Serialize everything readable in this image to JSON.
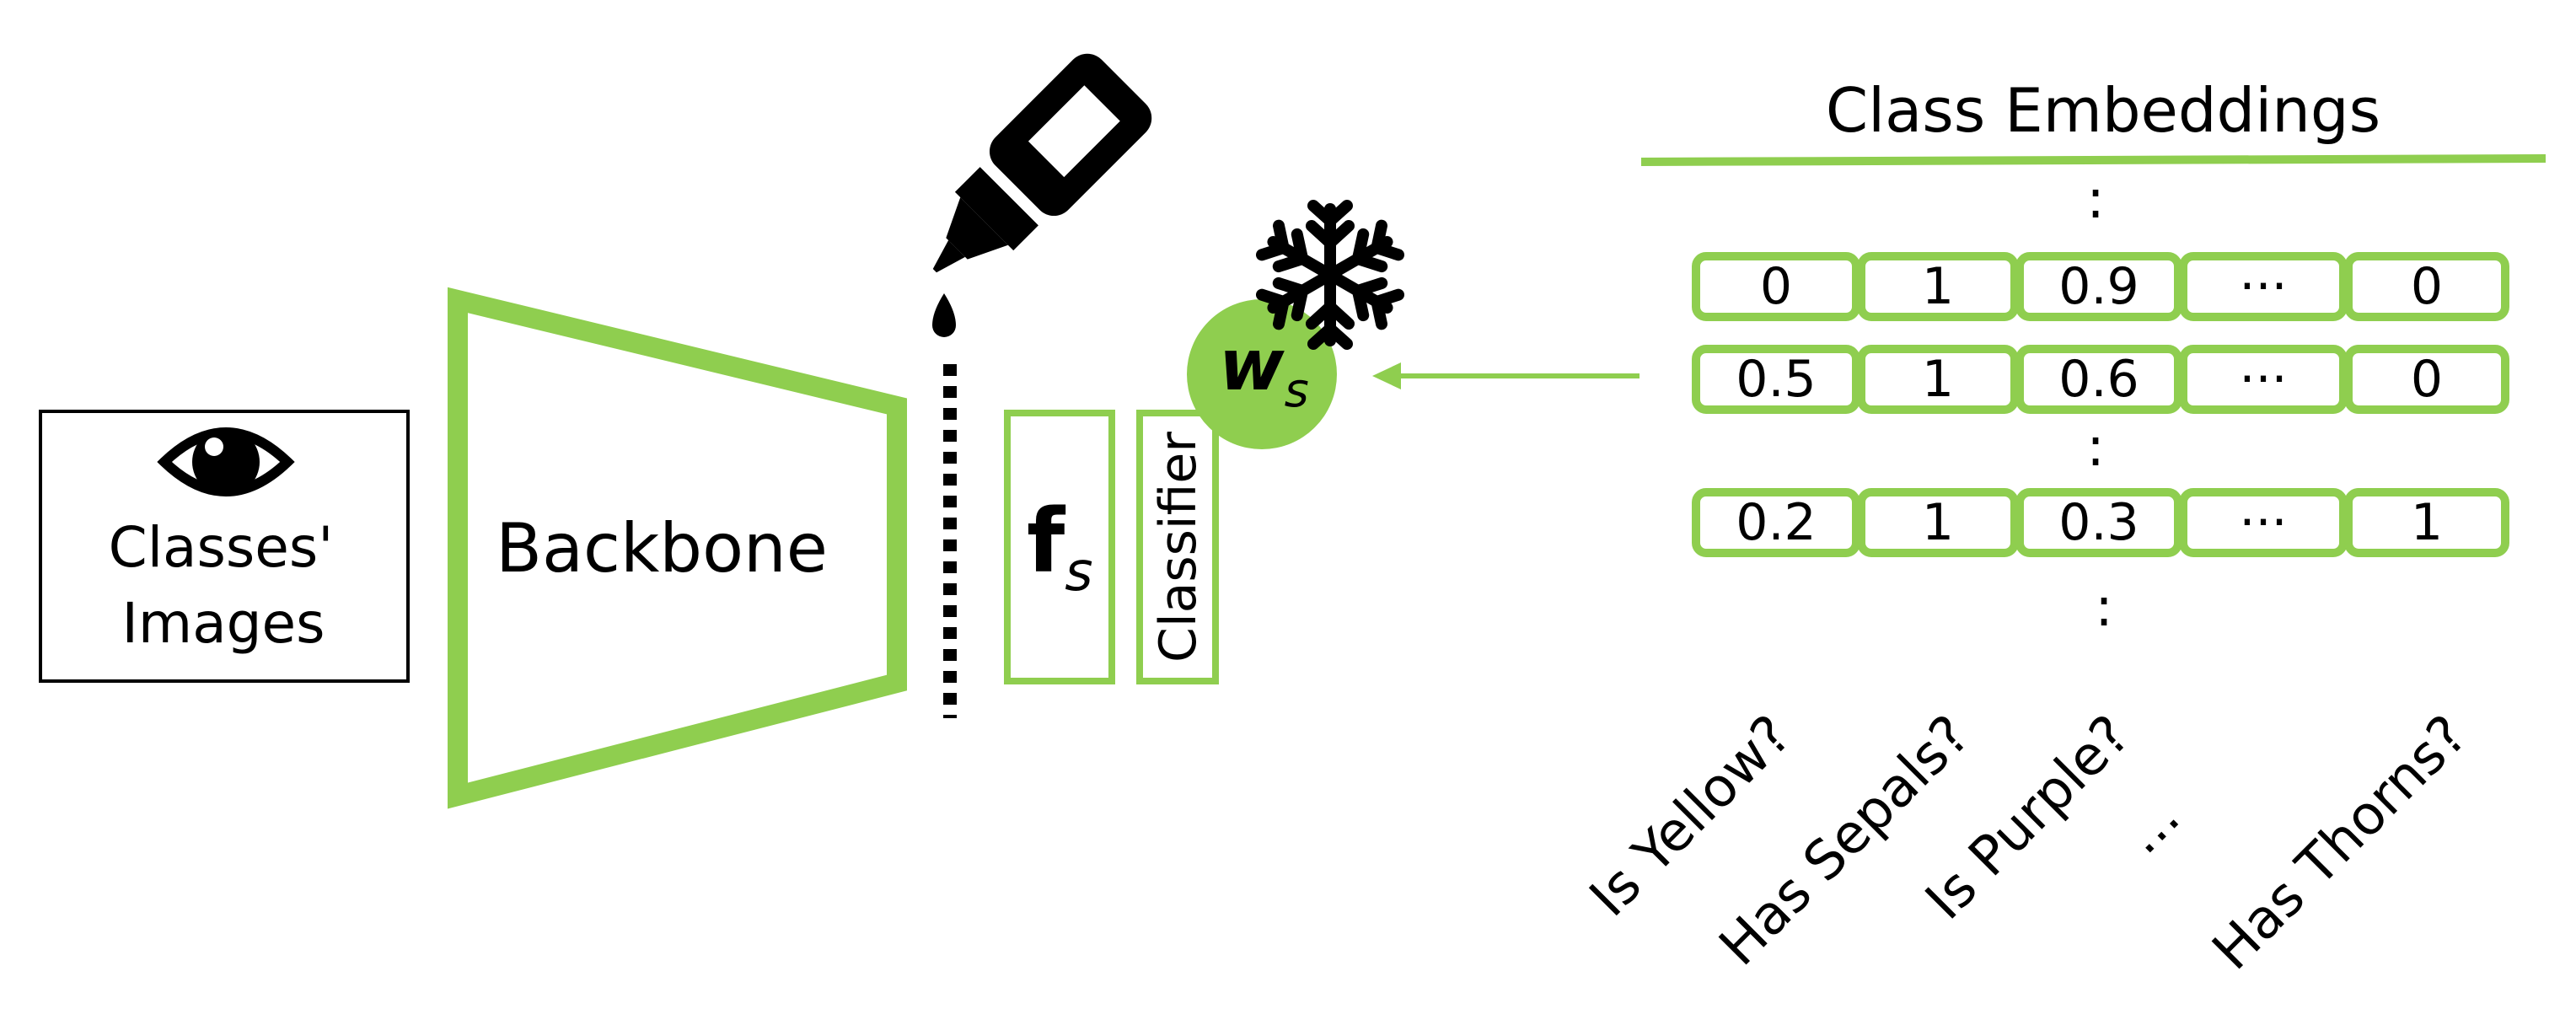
{
  "colors": {
    "green": "#8fce4f",
    "black": "#000000",
    "white": "#ffffff"
  },
  "input_box": {
    "icon": "eye-icon",
    "line1": "Classes'",
    "line2": "Images"
  },
  "backbone": {
    "label": "Backbone"
  },
  "dropper": {
    "icon": "dropper-bottle-icon"
  },
  "feature": {
    "base": "f",
    "sub": "s"
  },
  "classifier": {
    "label": "Classifier"
  },
  "weights": {
    "base": "w",
    "sub": "s",
    "icon": "snowflake-icon"
  },
  "embeddings": {
    "title": "Class Embeddings",
    "rows": [
      [
        "0",
        "1",
        "0.9",
        "···",
        "0"
      ],
      [
        "0.5",
        "1",
        "0.6",
        "···",
        "0"
      ],
      [
        "0.2",
        "1",
        "0.3",
        "···",
        "1"
      ]
    ],
    "vdots_top": ":",
    "vdots_mid": ":",
    "vdots_bottom": ":",
    "attributes": [
      "Is Yellow?",
      "Has Sepals?",
      "Is Purple?",
      "···",
      "Has Thorns?"
    ]
  }
}
